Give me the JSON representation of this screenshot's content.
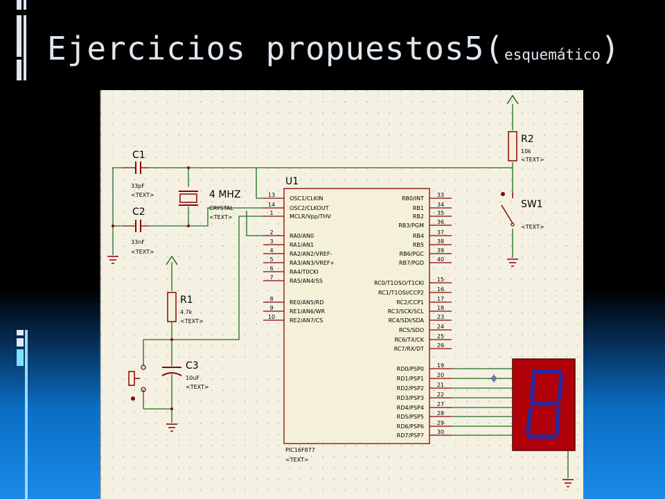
{
  "slide": {
    "title_main": "Ejercicios propuestos5(",
    "title_sub": "esquemático",
    "title_close": ")"
  },
  "schematic": {
    "mcu": {
      "ref": "U1",
      "part": "PIC16F877",
      "text_placeholder": "<TEXT>",
      "left_pins": [
        {
          "num": "13",
          "label": "OSC1/CLKIN"
        },
        {
          "num": "14",
          "label": "OSC2/CLKOUT"
        },
        {
          "num": "1",
          "label": "MCLR/Vpp/THV"
        },
        {
          "num": "2",
          "label": "RA0/AN0"
        },
        {
          "num": "3",
          "label": "RA1/AN1"
        },
        {
          "num": "4",
          "label": "RA2/AN2/VREF-"
        },
        {
          "num": "5",
          "label": "RA3/AN3/VREF+"
        },
        {
          "num": "6",
          "label": "RA4/T0CKI"
        },
        {
          "num": "7",
          "label": "RA5/AN4/SS"
        },
        {
          "num": "8",
          "label": "RE0/AN5/RD"
        },
        {
          "num": "9",
          "label": "RE1/AN6/WR"
        },
        {
          "num": "10",
          "label": "RE2/AN7/CS"
        }
      ],
      "right_pins": [
        {
          "num": "33",
          "label": "RB0/INT"
        },
        {
          "num": "34",
          "label": "RB1"
        },
        {
          "num": "35",
          "label": "RB2"
        },
        {
          "num": "36",
          "label": "RB3/PGM"
        },
        {
          "num": "37",
          "label": "RB4"
        },
        {
          "num": "38",
          "label": "RB5"
        },
        {
          "num": "39",
          "label": "RB6/PGC"
        },
        {
          "num": "40",
          "label": "RB7/PGD"
        },
        {
          "num": "15",
          "label": "RC0/T1OSO/T1CKI"
        },
        {
          "num": "16",
          "label": "RC1/T1OSI/CCP2"
        },
        {
          "num": "17",
          "label": "RC2/CCP1"
        },
        {
          "num": "18",
          "label": "RC3/SCK/SCL"
        },
        {
          "num": "23",
          "label": "RC4/SDI/SDA"
        },
        {
          "num": "24",
          "label": "RC5/SDO"
        },
        {
          "num": "25",
          "label": "RC6/TX/CK"
        },
        {
          "num": "26",
          "label": "RC7/RX/DT"
        },
        {
          "num": "19",
          "label": "RD0/PSP0"
        },
        {
          "num": "20",
          "label": "RD1/PSP1"
        },
        {
          "num": "21",
          "label": "RD2/PSP2"
        },
        {
          "num": "22",
          "label": "RD3/PSP3"
        },
        {
          "num": "27",
          "label": "RD4/PSP4"
        },
        {
          "num": "28",
          "label": "RD5/PSP5"
        },
        {
          "num": "29",
          "label": "RD6/PSP6"
        },
        {
          "num": "30",
          "label": "RD7/PSP7"
        }
      ]
    },
    "c1": {
      "ref": "C1",
      "value": "33pF",
      "text": "<TEXT>"
    },
    "c2": {
      "ref": "C2",
      "value": "33nF",
      "text": "<TEXT>"
    },
    "crystal": {
      "ref": "4 MHZ",
      "value": "CRYSTAL",
      "text": "<TEXT>"
    },
    "r1": {
      "ref": "R1",
      "value": "4.7k",
      "text": "<TEXT>"
    },
    "r2": {
      "ref": "R2",
      "value": "10k",
      "text": "<TEXT>"
    },
    "c3": {
      "ref": "C3",
      "value": "10uF",
      "text": "<TEXT>"
    },
    "sw1": {
      "ref": "SW1",
      "text": "<TEXT>"
    },
    "display": {
      "digit": "8"
    }
  },
  "colors": {
    "wire": "#1e6b1e",
    "component": "#8b0000",
    "body_fill": "#f5f0d8",
    "sheet": "#f4f1e3",
    "grid_dot": "#b8b4a0",
    "display_body": "#b0000a",
    "segment": "#2a2aa0",
    "title": "#dfe8f0"
  }
}
